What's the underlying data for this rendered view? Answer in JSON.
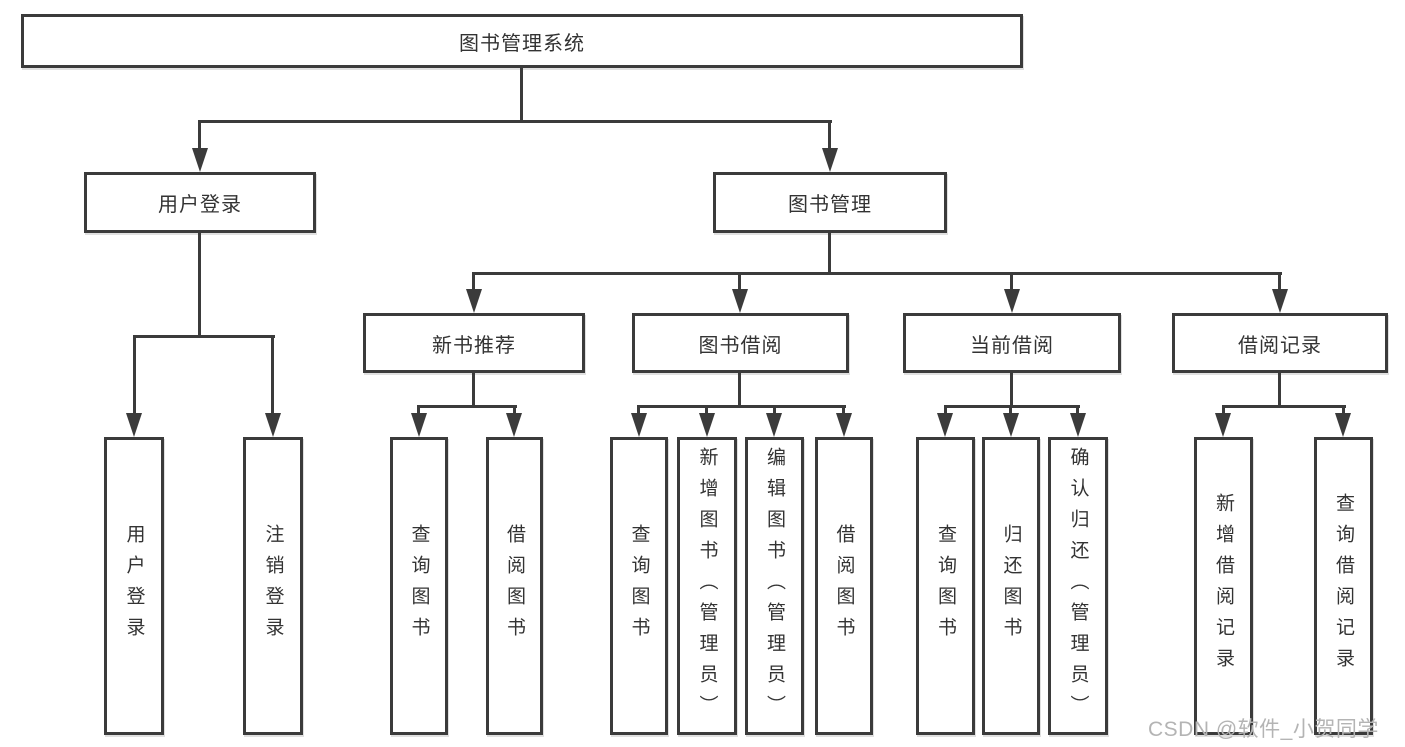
{
  "colors": {
    "line": "#3b3b3b",
    "text": "#333333",
    "bg": "#ffffff",
    "watermark": "#b4b4b4"
  },
  "root": {
    "label": "图书管理系统"
  },
  "login_branch": {
    "label": "用户登录",
    "leaves": [
      "用户登录",
      "注销登录"
    ]
  },
  "manage_branch": {
    "label": "图书管理",
    "groups": [
      {
        "label": "新书推荐",
        "leaves": [
          "查询图书",
          "借阅图书"
        ]
      },
      {
        "label": "图书借阅",
        "leaves": [
          "查询图书",
          "新增图书（管理员）",
          "编辑图书（管理员）",
          "借阅图书"
        ]
      },
      {
        "label": "当前借阅",
        "leaves": [
          "查询图书",
          "归还图书",
          "确认归还（管理员）"
        ]
      },
      {
        "label": "借阅记录",
        "leaves": [
          "新增借阅记录",
          "查询借阅记录"
        ]
      }
    ]
  },
  "watermark": {
    "label": "CSDN @软件_小贺同学"
  }
}
